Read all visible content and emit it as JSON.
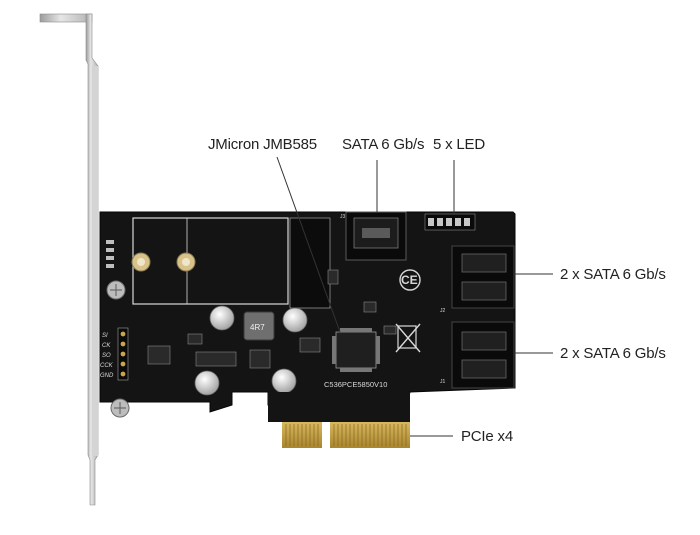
{
  "labels": {
    "chipset": "JMicron JMB585",
    "sata_internal": "SATA 6 Gb/s",
    "led": "5 x LED",
    "sata_port_group_1": "2 x SATA 6 Gb/s",
    "sata_port_group_2": "2 x SATA 6 Gb/s",
    "interface": "PCIe x4"
  },
  "board_markings": {
    "part_number": "C536PCE5850V10",
    "inductor": "4R7",
    "ce_mark": "CE",
    "pin_labels": [
      "SI",
      "CK",
      "SO",
      "CCK",
      "GND"
    ],
    "connector_j1": "J1",
    "connector_j2": "J2",
    "connector_j3": "J3"
  },
  "colors": {
    "pcb": "#141414",
    "bracket": "#c9c9c9",
    "gold": "#c9a64a",
    "label_text": "#222222"
  }
}
